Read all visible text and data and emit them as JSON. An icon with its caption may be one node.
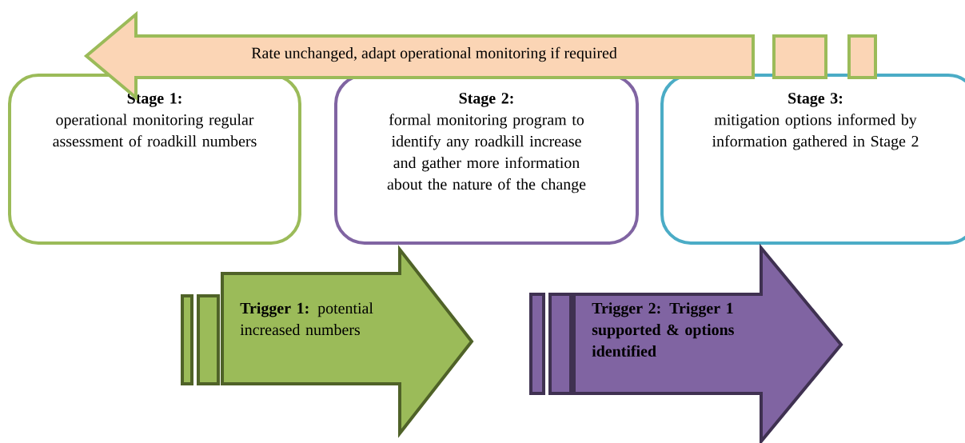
{
  "diagram": {
    "nodes": [
      {
        "text": [
          "Rate unchanged, adapt operational monitoring if required"
        ]
      },
      {
        "text": [
          "Stage 1:",
          "operational monitoring regular assessment of roadkill numbers"
        ]
      },
      {
        "text": [
          "Stage 2:",
          "formal monitoring program to identify any roadkill increase and gather more information about the nature of the change"
        ]
      },
      {
        "text": [
          "Stage 3:",
          "mitigation options informed by information gathered in Stage 2"
        ]
      },
      {
        "text": [
          "**Trigger 1:** potential increased numbers"
        ]
      },
      {
        "text": [
          "Trigger 2: Trigger 1 supported & options identified"
        ]
      }
    ]
  }
}
